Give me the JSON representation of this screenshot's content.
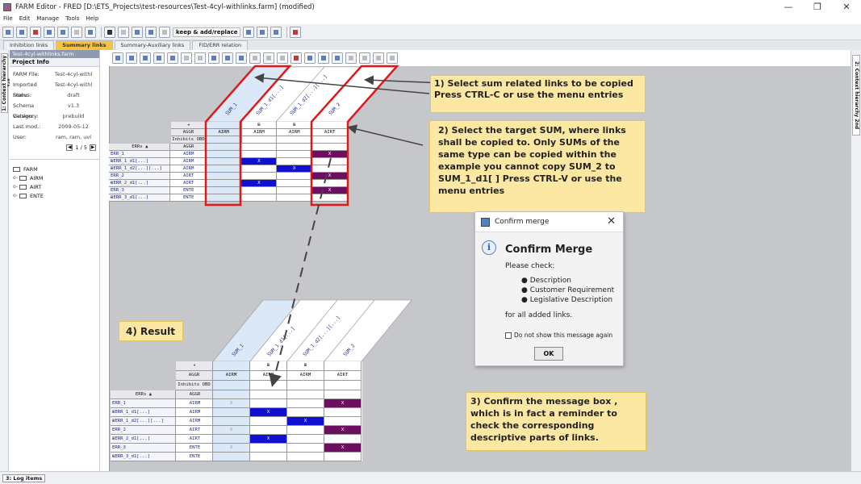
{
  "window": {
    "title": "FARM Editor - FRED [D:\\ETS_Projects\\test-resources\\Test-4cyl-withlinks.farm] (modified)",
    "minimize": "—",
    "maximize": "❐",
    "close": "✕"
  },
  "menu": [
    "File",
    "Edit",
    "Manage",
    "Tools",
    "Help"
  ],
  "toolbar": {
    "keep_replace": "keep & add/replace"
  },
  "tabs": [
    {
      "label": "Inhibition links",
      "active": false
    },
    {
      "label": "Summary links",
      "active": true
    },
    {
      "label": "Summary-Auxiliary links",
      "active": false
    },
    {
      "label": "FID/ERR relation",
      "active": false
    }
  ],
  "side_left": {
    "label": "1: Context hierarchy 1st"
  },
  "side_right": {
    "label": "2: Context hierarchy 2nd"
  },
  "project": {
    "header": "Test-4cyl-withlinks.farm",
    "section": "Project Info",
    "rows": [
      {
        "k": "FARM File:",
        "v": "Test-4cyl-withl"
      },
      {
        "k": "Imported From:",
        "v": "Test-4cyl-withl"
      },
      {
        "k": "Status:",
        "v": "draft"
      },
      {
        "k": "Schema Version:",
        "v": "v1.3"
      },
      {
        "k": "Category:",
        "v": "prebuild"
      },
      {
        "k": "Last mod.:",
        "v": "2009-05-12"
      },
      {
        "k": "User:",
        "v": "ram, ram, uvl"
      }
    ],
    "pager": "1 / 5"
  },
  "tree": [
    {
      "label": "FARM",
      "root": true
    },
    {
      "label": "AIRM"
    },
    {
      "label": "AIRT"
    },
    {
      "label": "ENTE"
    }
  ],
  "matrix_top": {
    "sums": [
      "SUM_1",
      "SUM_1_d1[...]",
      "SUM_1_d2[...][...]",
      "SUM_2"
    ],
    "aggr_header": "AGGR",
    "inhibits_header": "Inhibits OBD",
    "errs_header": "ERRs ▲",
    "aggr_sub": "AGGR",
    "col_types": [
      "AIRM",
      "AIRM",
      "AIRM",
      "AIRT"
    ],
    "rows": [
      {
        "name": "ERR_1",
        "aggr": "AIRM"
      },
      {
        "name": "⊞ERR_1_d1[...]",
        "aggr": "AIRM"
      },
      {
        "name": "⊞ERR_1_d2[...][...]",
        "aggr": "AIRM"
      },
      {
        "name": "ERR_2",
        "aggr": "AIRT"
      },
      {
        "name": "⊞ERR_2_d1[...]",
        "aggr": "AIRT"
      },
      {
        "name": "ERR_3",
        "aggr": "ENTE"
      },
      {
        "name": "⊞ERR_3_d1[...]",
        "aggr": "ENTE"
      }
    ],
    "mark": "X"
  },
  "callouts": {
    "c1": "1) Select sum related links to be copied Press CTRL-C or use the menu entries",
    "c2": "2) Select the target SUM, where links shall be copied to. Only SUMs of the same type can be copied  within the example you cannot copy SUM_2 to SUM_1_d1[ ] Press CTRL-V  or use the menu entries",
    "c3": "3) Confirm the message box , which is in fact a reminder to check the corresponding descriptive parts of links.",
    "c4": "4) Result"
  },
  "dialog": {
    "title": "Confirm merge",
    "heading": "Confirm Merge",
    "check": "Please check:",
    "bullets": [
      "Description",
      "Customer Requirement",
      "Legislative Description"
    ],
    "footer": "for all added links.",
    "checkbox": "Do not show this message again",
    "ok": "OK"
  },
  "statusbar": "3: Log items",
  "colors": {
    "accent": "#f5c242",
    "purple": "#6b0f5e",
    "blue": "#1010d0",
    "red": "#e01818",
    "callout": "#fde8a3"
  }
}
